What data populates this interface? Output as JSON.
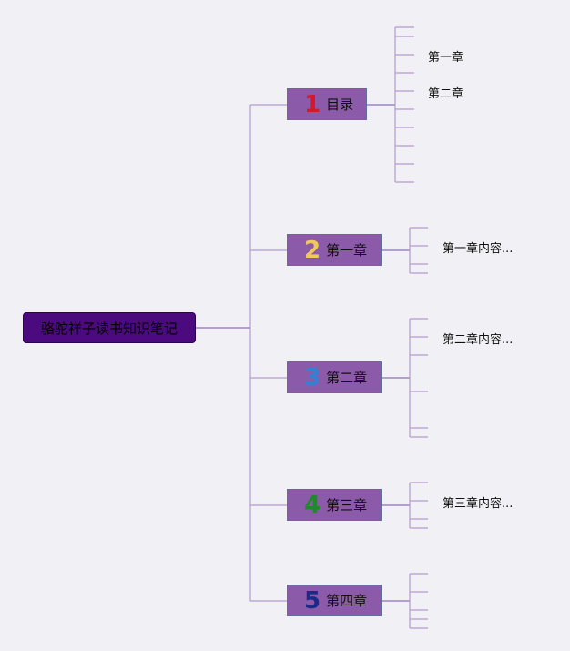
{
  "root": {
    "label": "骆驼祥子读书知识笔记"
  },
  "branches": [
    {
      "number": "1",
      "number_color": "#d6182c",
      "label": "目录",
      "leaves": [
        "第一章",
        "第二章"
      ]
    },
    {
      "number": "2",
      "number_color": "#f1c95a",
      "label": "第一章",
      "leaves": [
        "第一章内容..."
      ]
    },
    {
      "number": "3",
      "number_color": "#2f82d6",
      "label": "第二章",
      "leaves": [
        "第二章内容..."
      ]
    },
    {
      "number": "4",
      "number_color": "#1f8a2a",
      "label": "第三章",
      "leaves": [
        "第三章内容..."
      ]
    },
    {
      "number": "5",
      "number_color": "#1a2a8a",
      "label": "第四章",
      "leaves": []
    }
  ],
  "colors": {
    "background": "#f1f0f4",
    "root_fill": "#4b0a7d",
    "branch_fill": "#8b5aa8",
    "connector": "#b59ad0",
    "connector_dark": "#8f6fb8"
  }
}
